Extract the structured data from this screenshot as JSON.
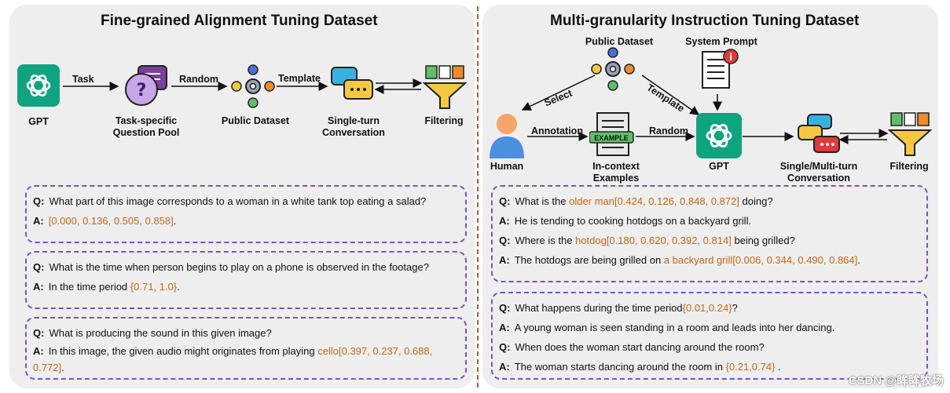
{
  "left": {
    "title": "Fine-grained Alignment Tuning Dataset",
    "nodes": {
      "gpt": "GPT",
      "question_pool": [
        "Task-specific",
        "Question Pool"
      ],
      "public_dataset": "Public Dataset",
      "conversation": [
        "Single-turn",
        "Conversation"
      ],
      "filtering": "Filtering"
    },
    "edges": {
      "task": "Task",
      "random": "Random",
      "template": "Template"
    },
    "qa_boxes": [
      {
        "q": [
          "What part of this image corresponds to a woman in a white tank top eating a salad?"
        ],
        "a": [
          [
            "[0.000, 0.136, 0.505, 0.858]",
            true
          ],
          [
            ".",
            false
          ]
        ]
      },
      {
        "q": [
          "What is the time when person begins to play on a phone is observed in the footage?"
        ],
        "a": [
          [
            "In the time period ",
            false
          ],
          [
            "{0.71, 1.0}",
            true
          ],
          [
            ".",
            false
          ]
        ]
      },
      {
        "q": [
          "What is producing the sound in this given image?"
        ],
        "a": [
          [
            "In this image, the given audio might originates from playing ",
            false
          ],
          [
            "cello[0.397, 0.237, 0.688,",
            true
          ]
        ],
        "a_cont": [
          [
            "0.772]",
            true
          ],
          [
            ".",
            false
          ]
        ]
      }
    ]
  },
  "right": {
    "title": "Multi-granularity Instruction Tuning Dataset",
    "nodes": {
      "public_dataset": "Public Dataset",
      "system_prompt": "System Prompt",
      "human": "Human",
      "examples": [
        "In-context",
        "Examples"
      ],
      "example_badge": "EXAMPLE",
      "gpt": "GPT",
      "conversation": [
        "Single/Multi-turn",
        "Conversation"
      ],
      "filtering": "Filtering"
    },
    "edges": {
      "select": "Select",
      "template": "Template",
      "annotation": "Annotation",
      "random": "Random"
    },
    "qa_boxes": [
      {
        "lines": [
          [
            "Q:",
            [
              [
                "What is the ",
                false
              ],
              [
                "older man[0.424, 0.126, 0.848, 0.872]",
                true
              ],
              [
                " doing?",
                false
              ]
            ]
          ],
          [
            "A:",
            [
              [
                "He is tending to cooking hotdogs on a backyard grill.",
                false
              ]
            ]
          ],
          [
            "Q:",
            [
              [
                "Where is the ",
                false
              ],
              [
                "hotdog[0.180, 0.620, 0.392, 0.814]",
                true
              ],
              [
                " being grilled?",
                false
              ]
            ]
          ],
          [
            "A:",
            [
              [
                "The hotdogs are being grilled on ",
                false
              ],
              [
                "a backyard grill[0.006, 0.344, 0.490, 0.864]",
                true
              ],
              [
                ".",
                false
              ]
            ]
          ]
        ]
      },
      {
        "lines": [
          [
            "Q:",
            [
              [
                "What happens during the time period",
                false
              ],
              [
                "{0.01,0.24}",
                true
              ],
              [
                "?",
                false
              ]
            ]
          ],
          [
            "A:",
            [
              [
                "A young woman is seen standing in a room and leads into her dancing.",
                false
              ]
            ]
          ],
          [
            "Q:",
            [
              [
                "When does the woman start dancing around the room?",
                false
              ]
            ]
          ],
          [
            "A:",
            [
              [
                "The woman starts dancing around the room in ",
                false
              ],
              [
                "{0.21,0.74}",
                true
              ],
              [
                " .",
                false
              ]
            ]
          ]
        ]
      }
    ]
  },
  "watermark": "CSDN @眸眸牧场",
  "colors": {
    "gpt_green": "#10a37f",
    "highlight": "#c26818",
    "box_border": "#7b4fc9",
    "divider": "#b85c2e",
    "panel_bg": "#eeeeee"
  }
}
